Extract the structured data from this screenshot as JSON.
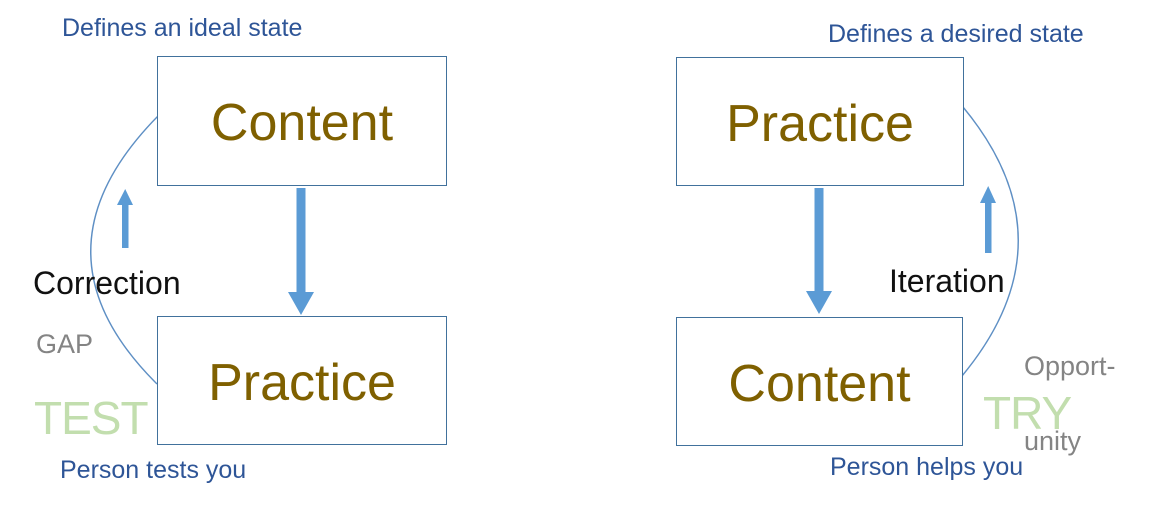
{
  "colors": {
    "label_blue": "#2E5597",
    "label_black": "#111111",
    "label_gray": "#848484",
    "label_green": "#C2DEAE",
    "box_text": "#7F6000",
    "box_border": "#41719C",
    "arrow_blue": "#5B9BD5",
    "curve_blue": "#5E8FC4"
  },
  "left_diagram": {
    "top_label": "Defines an ideal state",
    "top_box_label": "Content",
    "bottom_box_label": "Practice",
    "side_label": "Correction",
    "note_label": "GAP",
    "keyword_label": "TEST",
    "bottom_label": "Person tests you"
  },
  "right_diagram": {
    "top_label": "Defines a desired state",
    "top_box_label": "Practice",
    "bottom_box_label": "Content",
    "side_label": "Iteration",
    "note_line1": "Opport-",
    "note_line2": "unity",
    "keyword_label": "TRY",
    "bottom_label": "Person helps you"
  }
}
